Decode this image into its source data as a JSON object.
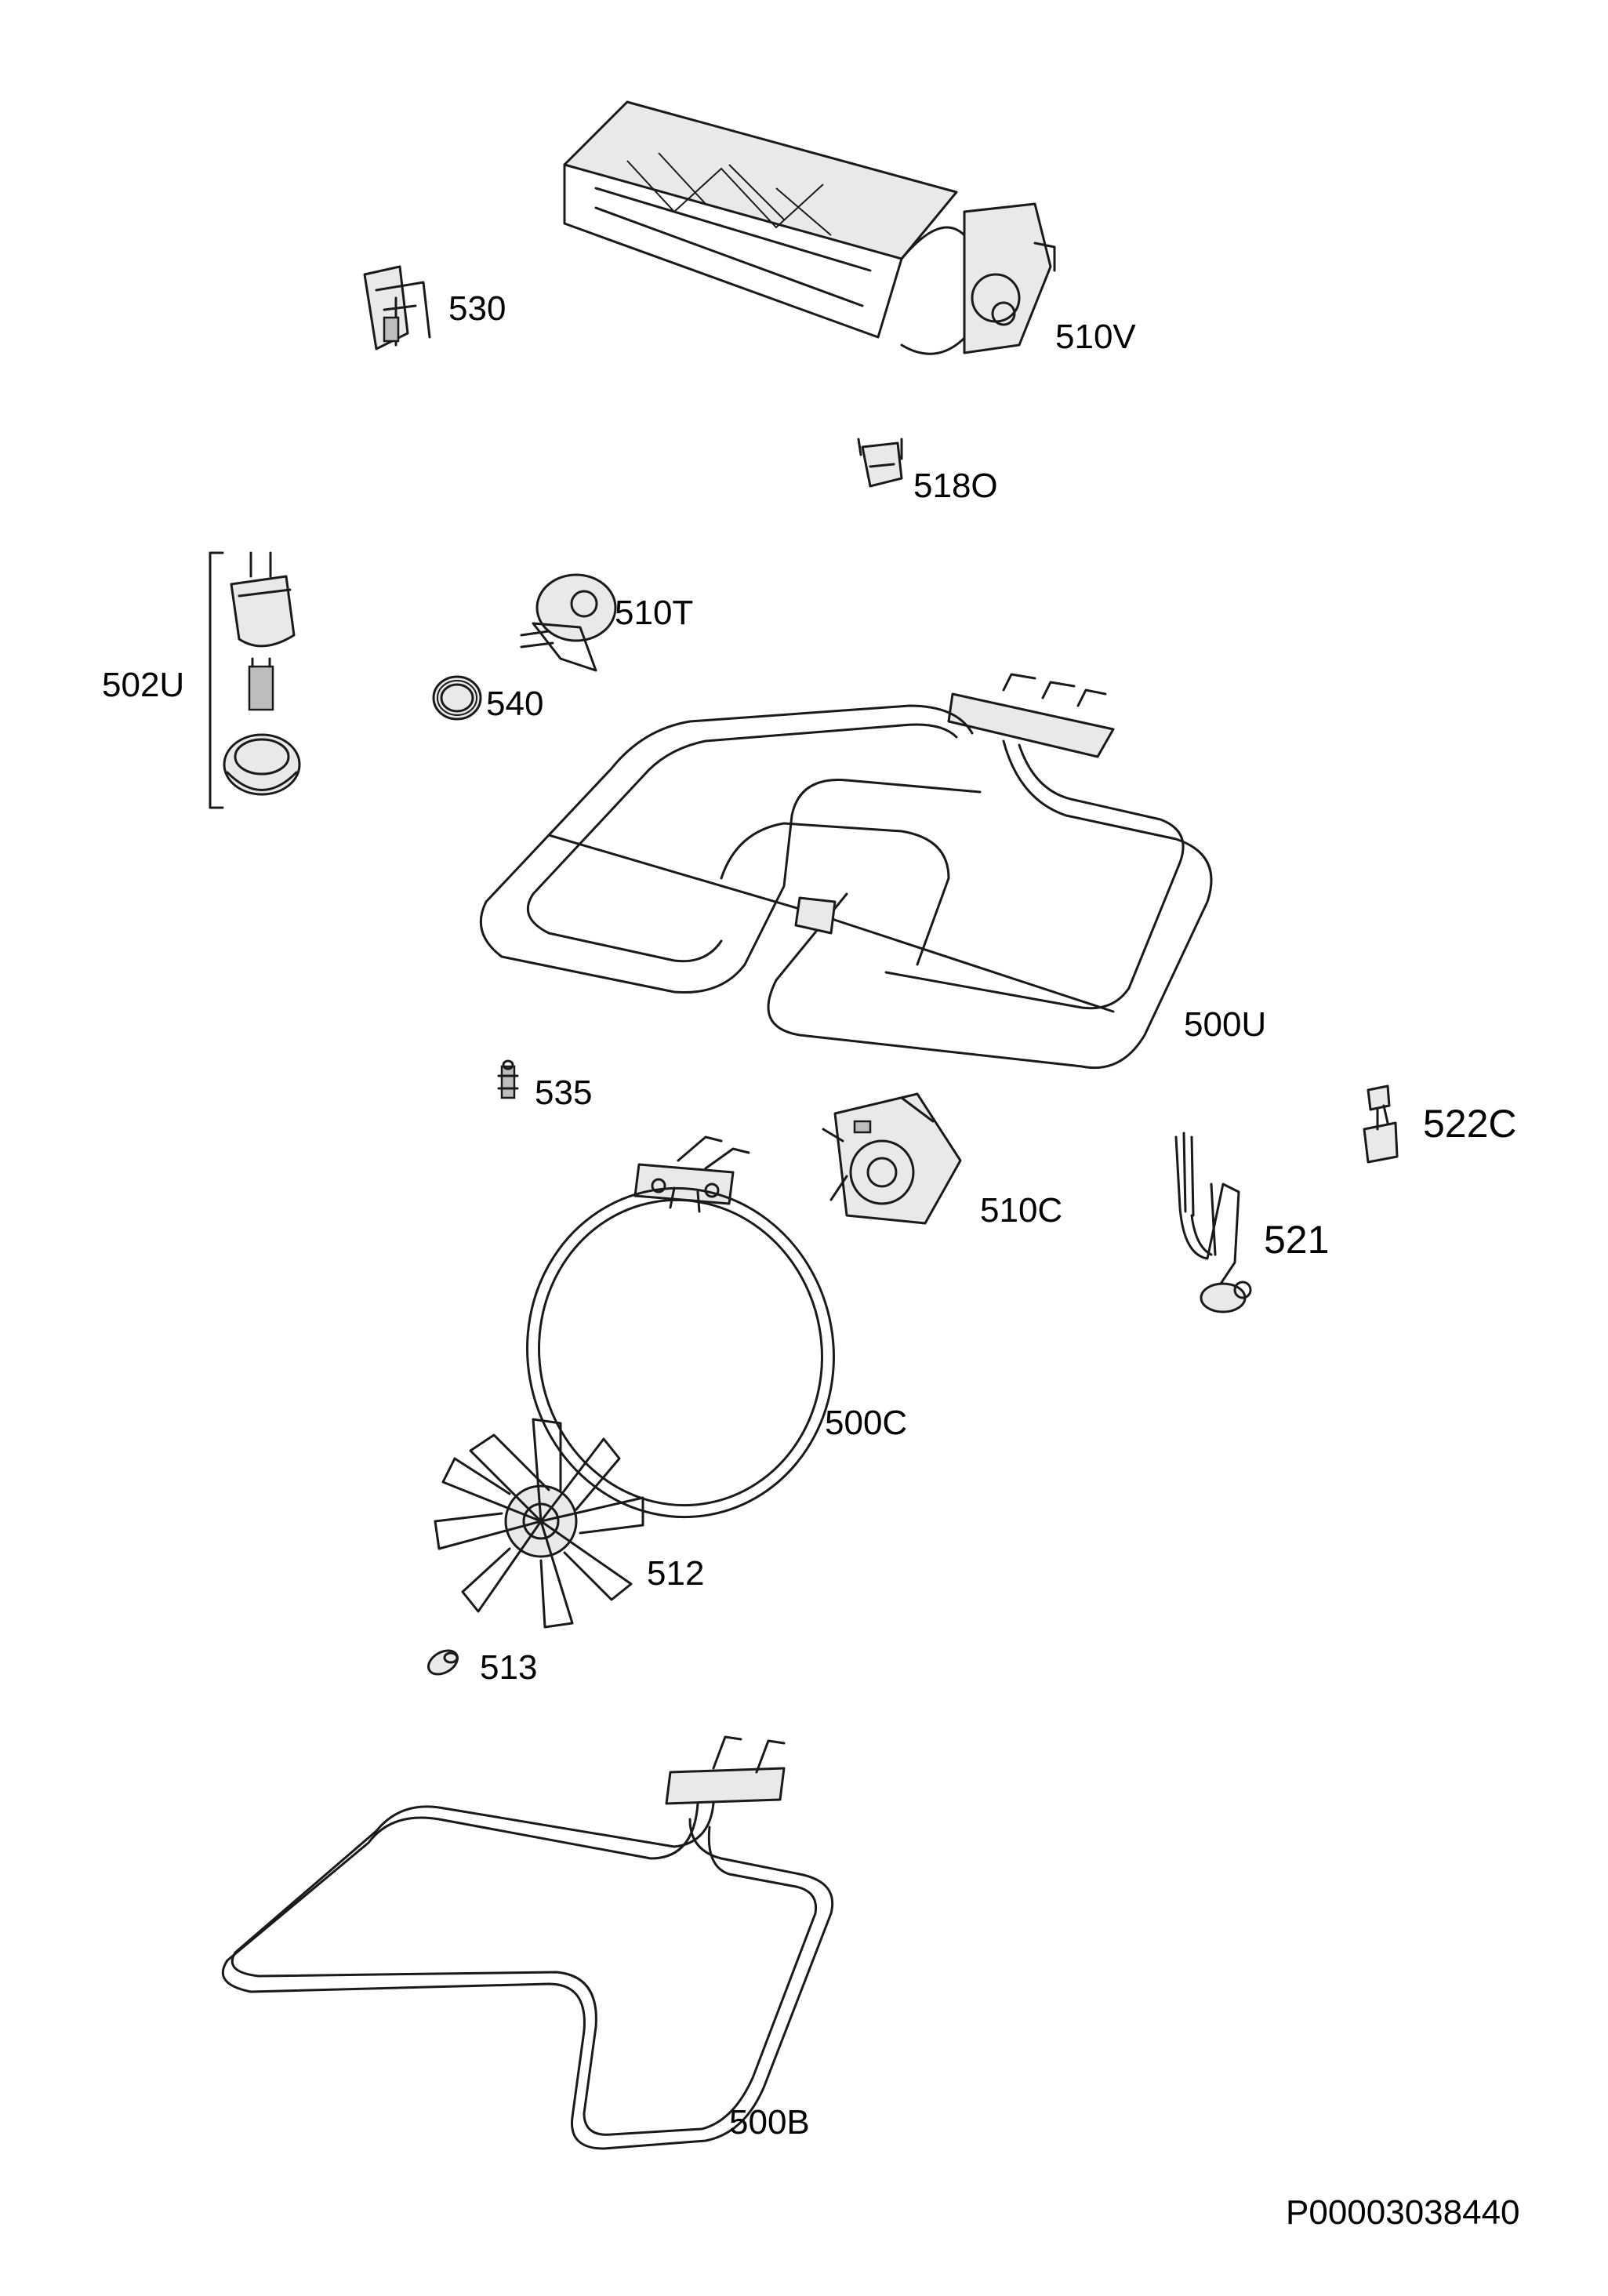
{
  "diagram": {
    "parts": [
      {
        "id": "530",
        "label": "530"
      },
      {
        "id": "510V",
        "label": "510V"
      },
      {
        "id": "518O",
        "label": "518O"
      },
      {
        "id": "502U",
        "label": "502U"
      },
      {
        "id": "510T",
        "label": "510T"
      },
      {
        "id": "540",
        "label": "540"
      },
      {
        "id": "500U",
        "label": "500U"
      },
      {
        "id": "535",
        "label": "535"
      },
      {
        "id": "510C",
        "label": "510C"
      },
      {
        "id": "522C",
        "label": "522C"
      },
      {
        "id": "521",
        "label": "521"
      },
      {
        "id": "500C",
        "label": "500C"
      },
      {
        "id": "512",
        "label": "512"
      },
      {
        "id": "513",
        "label": "513"
      },
      {
        "id": "500B",
        "label": "500B"
      }
    ],
    "reference_code": "P00003038440"
  }
}
